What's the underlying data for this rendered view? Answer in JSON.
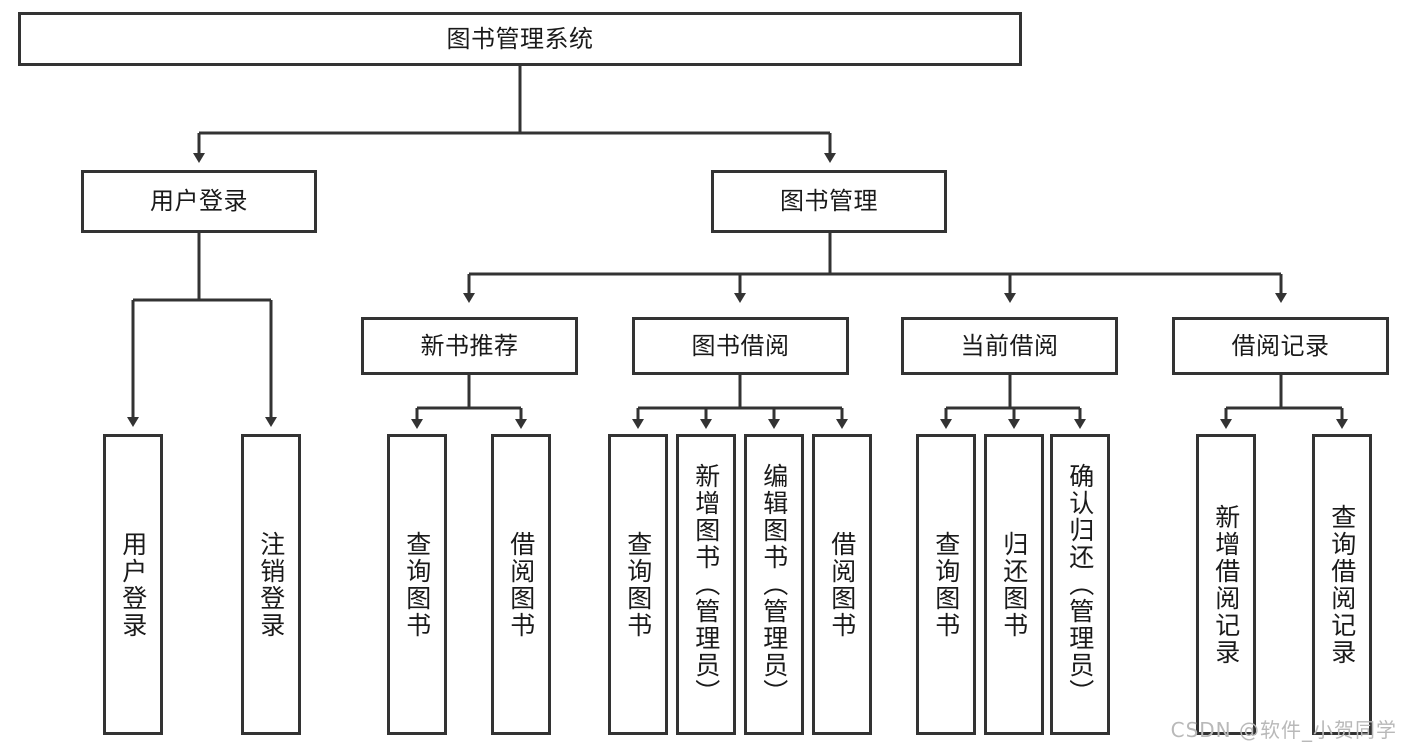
{
  "diagram": {
    "type": "tree",
    "title": "图书管理系统",
    "watermark": "CSDN @软件_小贺同学",
    "colors": {
      "border": "#333333",
      "background": "#ffffff",
      "text": "#1a1a1a",
      "edge": "#333333",
      "watermark": "#b9b9b9"
    },
    "nodes": {
      "root": {
        "label": "图书管理系统"
      },
      "level2": [
        {
          "label": "用户登录"
        },
        {
          "label": "图书管理"
        }
      ],
      "level3": [
        {
          "label": "新书推荐"
        },
        {
          "label": "图书借阅"
        },
        {
          "label": "当前借阅"
        },
        {
          "label": "借阅记录"
        }
      ],
      "leaves_user_login": [
        {
          "label": "用户登录"
        },
        {
          "label": "注销登录"
        }
      ],
      "leaves_new_book": [
        {
          "label": "查询图书"
        },
        {
          "label": "借阅图书"
        }
      ],
      "leaves_borrow": [
        {
          "label": "查询图书"
        },
        {
          "label": "新增图书（管理员）"
        },
        {
          "label": "编辑图书（管理员）"
        },
        {
          "label": "借阅图书"
        }
      ],
      "leaves_current": [
        {
          "label": "查询图书"
        },
        {
          "label": "归还图书"
        },
        {
          "label": "确认归还（管理员）"
        }
      ],
      "leaves_record": [
        {
          "label": "新增借阅记录"
        },
        {
          "label": "查询借阅记录"
        }
      ]
    }
  }
}
